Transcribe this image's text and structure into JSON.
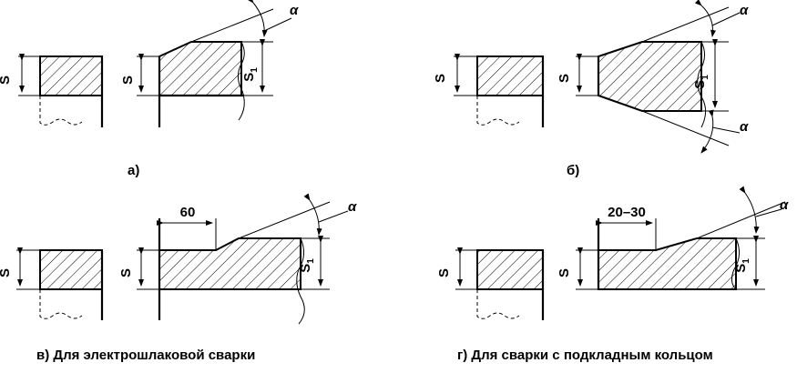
{
  "labels": {
    "a": "а)",
    "b": "б)",
    "v": "в) Для электрошлаковой сварки",
    "g": "г) Для сварки с подкладным кольцом"
  },
  "dimensions": {
    "s": "S",
    "s1_main": "S",
    "s1_sub": "1",
    "alpha": "α",
    "len_v": "60",
    "len_g": "20–30"
  }
}
